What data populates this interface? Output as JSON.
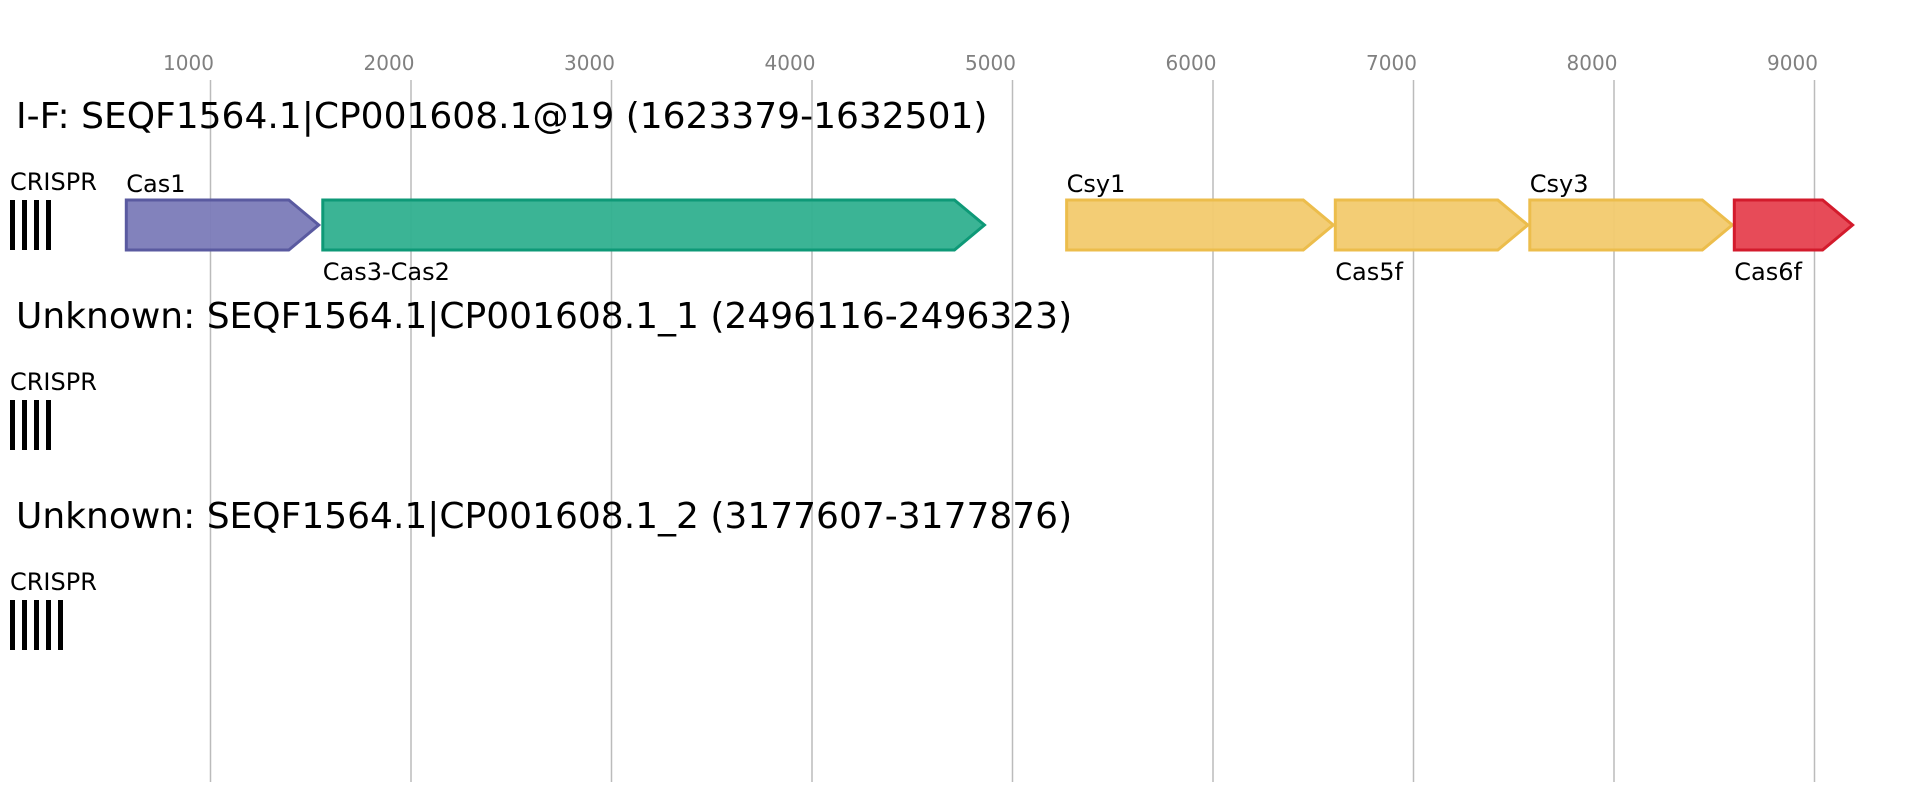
{
  "axis": {
    "ticks": [
      1000,
      2000,
      3000,
      4000,
      5000,
      6000,
      7000,
      8000,
      9000
    ],
    "domain": [
      0,
      9400
    ],
    "grid": true,
    "grid_color": "#bbbbbb"
  },
  "tracks": [
    {
      "title": "I-F: SEQF1564.1|CP001608.1@19 (1623379-1632501)",
      "crispr_label": "CRISPR",
      "crispr_repeats": 4,
      "genes": [
        {
          "name": "Cas1",
          "start": 580,
          "end": 1540,
          "label_pos": "above",
          "fill": "#7b7bb8",
          "stroke": "#5a5aa0"
        },
        {
          "name": "Cas3-Cas2",
          "start": 1560,
          "end": 4860,
          "label_pos": "below",
          "fill": "#30b08f",
          "stroke": "#0e9977"
        },
        {
          "name": "Csy1",
          "start": 5270,
          "end": 6600,
          "label_pos": "above",
          "fill": "#f2ca6e",
          "stroke": "#ecbd4c"
        },
        {
          "name": "Cas5f",
          "start": 6610,
          "end": 7570,
          "label_pos": "below",
          "fill": "#f2ca6e",
          "stroke": "#ecbd4c"
        },
        {
          "name": "Csy3",
          "start": 7580,
          "end": 8590,
          "label_pos": "above",
          "fill": "#f2ca6e",
          "stroke": "#ecbd4c"
        },
        {
          "name": "Cas6f",
          "start": 8600,
          "end": 9190,
          "label_pos": "below",
          "fill": "#e6414f",
          "stroke": "#d31b2c"
        }
      ]
    },
    {
      "title": "Unknown: SEQF1564.1|CP001608.1_1 (2496116-2496323)",
      "crispr_label": "CRISPR",
      "crispr_repeats": 4,
      "genes": []
    },
    {
      "title": "Unknown: SEQF1564.1|CP001608.1_2 (3177607-3177876)",
      "crispr_label": "CRISPR",
      "crispr_repeats": 5,
      "genes": []
    }
  ]
}
